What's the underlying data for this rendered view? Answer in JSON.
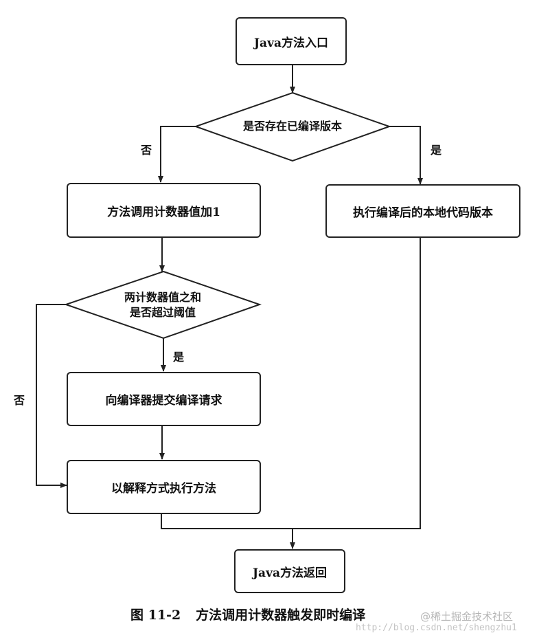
{
  "nodes": {
    "entry": "Java方法入口",
    "decision_compiled": "是否存在已编译版本",
    "increment_counter": "方法调用计数器值加1",
    "execute_native": "执行编译后的本地代码版本",
    "decision_threshold_line1": "两计数器值之和",
    "decision_threshold_line2": "是否超过阈值",
    "submit_compile": "向编译器提交编译请求",
    "interpret_execute": "以解释方式执行方法",
    "return": "Java方法返回"
  },
  "edge_labels": {
    "compiled_no": "否",
    "compiled_yes": "是",
    "threshold_yes": "是",
    "threshold_no": "否"
  },
  "caption": {
    "figure_number": "图 11-2",
    "title": "方法调用计数器触发即时编译"
  },
  "watermark": {
    "site": "@稀土掘金技术社区",
    "url": "http://blog.csdn.net/shengzhu1"
  }
}
